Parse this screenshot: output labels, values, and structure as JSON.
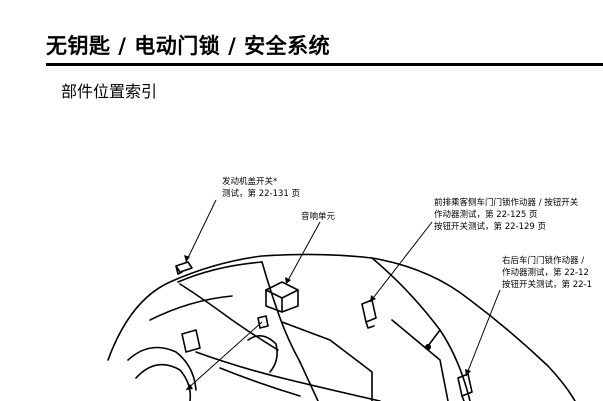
{
  "header": {
    "title": "无钥匙 / 电动门锁 / 安全系统",
    "subtitle": "部件位置索引"
  },
  "callouts": {
    "hood_switch": {
      "name": "发动机盖开关*",
      "ref": "测试，第 22-131 页"
    },
    "speaker": {
      "name": "音响单元"
    },
    "front_passenger_actuator": {
      "name": "前排乘客侧车门门锁作动器 / 按钮开关",
      "ref1": "作动器测试，第 22-125 页",
      "ref2": "按钮开关测试，第 22-129 页"
    },
    "right_rear_actuator": {
      "name": "右后车门门锁作动器 /",
      "ref1": "作动器测试，第 22-12",
      "ref2": "按钮开关测试，第 22-1"
    }
  }
}
